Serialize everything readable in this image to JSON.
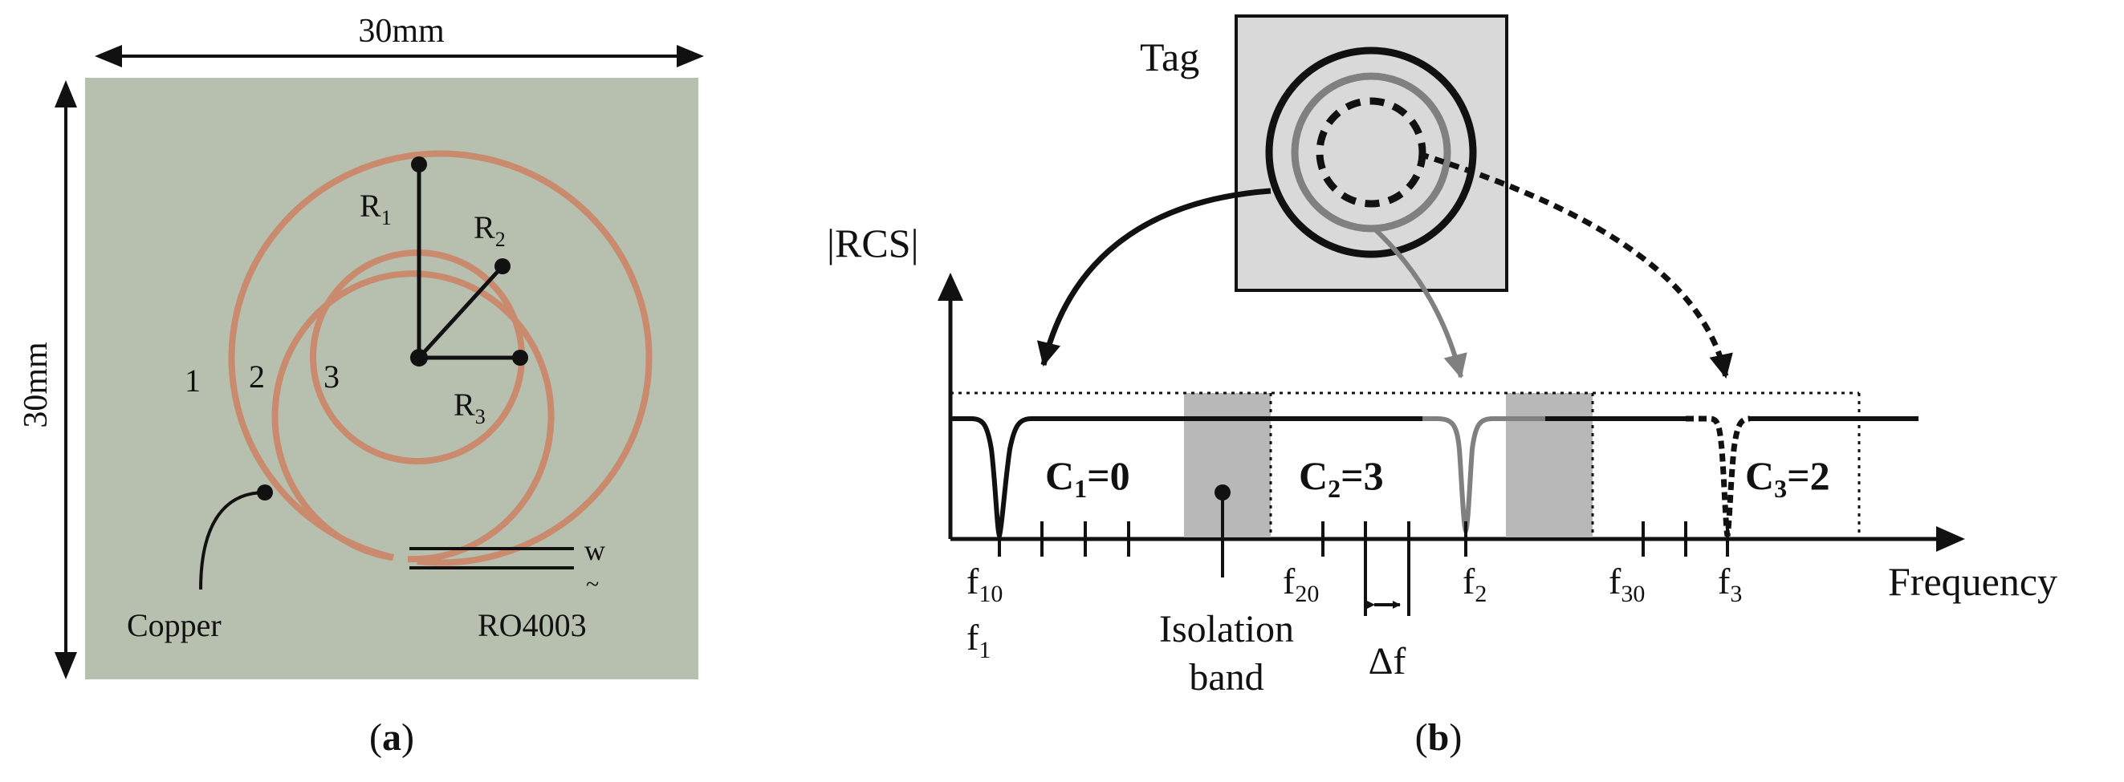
{
  "panel_a": {
    "dim_top": "30mm",
    "dim_left": "30mm",
    "labels": {
      "r1": "R",
      "r1_sub": "1",
      "r2": "R",
      "r2_sub": "2",
      "r3": "R",
      "r3_sub": "3",
      "ring1": "1",
      "ring2": "2",
      "ring3": "3",
      "width": "w",
      "copper": "Copper",
      "substrate": "RO4003"
    },
    "caption_open": "(",
    "caption_letter": "a",
    "caption_close": ")",
    "colors": {
      "substrate": "#b7bfae",
      "copper": "#c98a6e"
    }
  },
  "panel_b": {
    "tag_label": "Tag",
    "y_axis_label": "|RCS|",
    "x_axis_label": "Frequency",
    "codes": [
      {
        "label": "C",
        "sub": "1",
        "value": "=0"
      },
      {
        "label": "C",
        "sub": "2",
        "value": "=3"
      },
      {
        "label": "C",
        "sub": "3",
        "value": "=2"
      }
    ],
    "freq_labels": [
      {
        "base": "f",
        "sub": "10"
      },
      {
        "base": "f",
        "sub": "1"
      },
      {
        "base": "f",
        "sub": "20"
      },
      {
        "base": "f",
        "sub": "2"
      },
      {
        "base": "f",
        "sub": "30"
      },
      {
        "base": "f",
        "sub": "3"
      }
    ],
    "isolation_line1": "Isolation",
    "isolation_line2": "band",
    "delta_f": "Δf",
    "caption_open": "(",
    "caption_letter": "b",
    "caption_close": ")",
    "colors": {
      "band": "#b8b8b8",
      "tag_bg": "#d9d9d9",
      "gray_ring": "#808080"
    }
  }
}
